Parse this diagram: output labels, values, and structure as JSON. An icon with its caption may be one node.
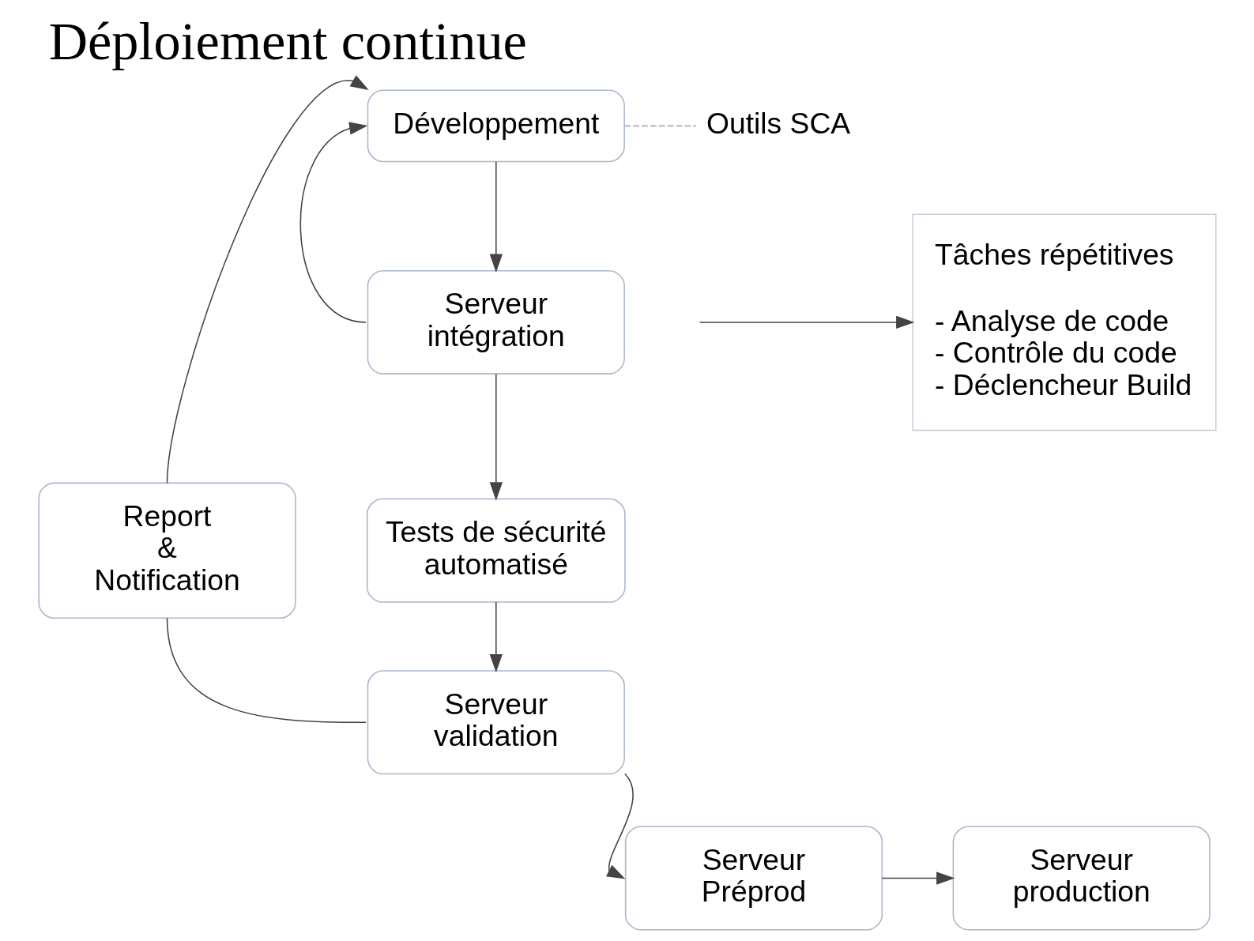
{
  "diagram": {
    "title": "Déploiement continue",
    "nodes": [
      {
        "text": [
          "Développement"
        ]
      },
      {
        "text": [
          "Outils SCA"
        ]
      },
      {
        "text": [
          "Serveur intégration"
        ]
      },
      {
        "text": [
          "Tâches répétitives",
          "- Analyse de code",
          "- Contrôle du code",
          "- Déclencheur Build"
        ]
      },
      {
        "text": [
          "Report & Notification"
        ]
      },
      {
        "text": [
          "Tests de sécurité automatisé"
        ]
      },
      {
        "text": [
          "Serveur validation"
        ]
      },
      {
        "text": [
          "Serveur Préprod"
        ]
      },
      {
        "text": [
          "Serveur production"
        ]
      }
    ],
    "edges": [
      {
        "from": 0,
        "to": 2,
        "arrow": "to"
      },
      {
        "from": 2,
        "to": 5,
        "arrow": "to"
      },
      {
        "from": 5,
        "to": 6,
        "arrow": "to"
      },
      {
        "from": 6,
        "to": 7,
        "arrow": "to"
      },
      {
        "from": 7,
        "to": 8,
        "arrow": "to"
      },
      {
        "from": 2,
        "to": 0,
        "arrow": "to"
      },
      {
        "from": 6,
        "to": 4,
        "arrow": "none"
      },
      {
        "from": 4,
        "to": 0,
        "arrow": "to"
      },
      {
        "from": 0,
        "to": 1,
        "arrow": "none",
        "style": "dashed",
        "color": "#aaaaaa"
      },
      {
        "from": null,
        "to": 3,
        "arrow": "to"
      }
    ]
  }
}
